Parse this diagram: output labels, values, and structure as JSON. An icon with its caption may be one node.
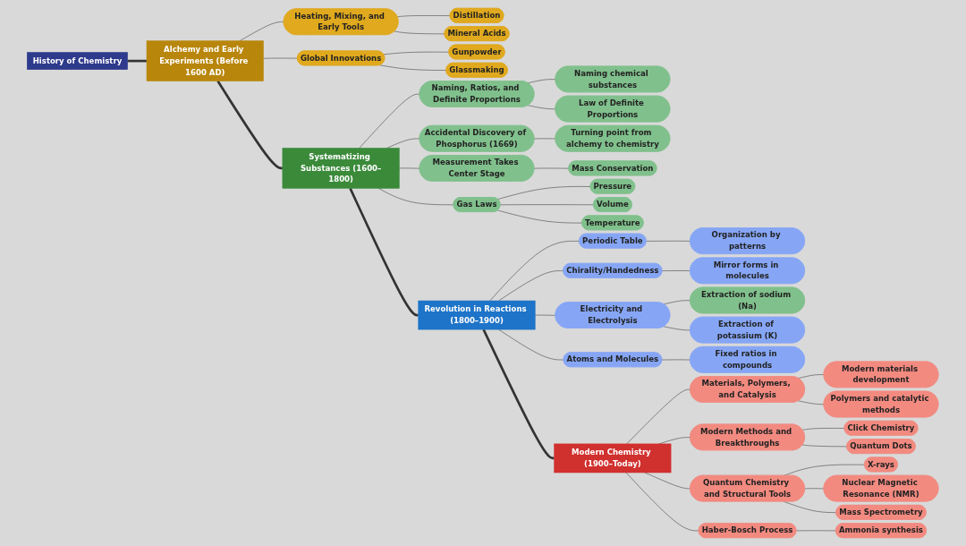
{
  "diagram": {
    "nodes": [
      {
        "text": [
          "Distillation"
        ]
      },
      {
        "text": [
          "Mineral Acids"
        ]
      },
      {
        "text": [
          "Gunpowder"
        ]
      },
      {
        "text": [
          "Glassmaking"
        ]
      },
      {
        "text": [
          "Heating, Mixing, and Early Tools"
        ]
      },
      {
        "text": [
          "Global Innovations"
        ]
      },
      {
        "text": [
          "History of Chemistry"
        ]
      },
      {
        "text": [
          "Alchemy and Early Experiments (Before 1600 AD)"
        ]
      },
      {
        "text": [
          "Organization by patterns"
        ]
      },
      {
        "text": [
          "Mirror forms in molecules"
        ]
      },
      {
        "text": [
          "Naming chemical substances"
        ]
      },
      {
        "text": [
          "Law of Definite Proportions"
        ]
      },
      {
        "text": [
          "Turning point from alchemy to chemistry"
        ]
      },
      {
        "text": [
          "Periodic Table"
        ]
      },
      {
        "text": [
          "Chirality/Handedness"
        ]
      },
      {
        "text": [
          "Naming, Ratios, and Definite Proportions"
        ]
      },
      {
        "text": [
          "Accidental Discovery of Phosphorus (1669)"
        ]
      },
      {
        "text": [
          "Revolution in Reactions (1800–1900)"
        ]
      },
      {
        "text": [
          "Systematizing Substances (1600–1800)"
        ]
      },
      {
        "text": [
          "Electricity and Electrolysis"
        ]
      },
      {
        "text": [
          "Atoms and Molecules"
        ]
      },
      {
        "text": [
          "Measurement Takes Center Stage"
        ]
      },
      {
        "text": [
          "Gas Laws"
        ]
      },
      {
        "text": [
          "Extraction of sodium (Na)"
        ]
      },
      {
        "text": [
          "Extraction of potassium (K)"
        ]
      },
      {
        "text": [
          "Fixed ratios in compounds"
        ]
      },
      {
        "text": [
          "Mass Conservation"
        ]
      },
      {
        "text": [
          "Pressure"
        ]
      },
      {
        "text": [
          "Volume"
        ]
      },
      {
        "text": [
          "Temperature"
        ]
      },
      {
        "text": [
          "Modern materials development"
        ]
      },
      {
        "text": [
          "Polymers and catalytic methods"
        ]
      },
      {
        "text": [
          "Click Chemistry"
        ]
      },
      {
        "text": [
          "Quantum Dots"
        ]
      },
      {
        "text": [
          "Materials, Polymers, and Catalysis"
        ]
      },
      {
        "text": [
          "Modern Methods and Breakthroughs"
        ]
      },
      {
        "text": [
          "Modern Chemistry (1900–Today)"
        ]
      },
      {
        "text": [
          "Quantum Chemistry and Structural Tools"
        ]
      },
      {
        "text": [
          "Haber-Bosch Process"
        ]
      },
      {
        "text": [
          "X-rays"
        ]
      },
      {
        "text": [
          "Nuclear Magnetic Resonance (NMR)"
        ]
      },
      {
        "text": [
          "Mass Spectrometry"
        ]
      },
      {
        "text": [
          "Ammonia synthesis"
        ]
      }
    ],
    "edges": [
      {
        "from": 6,
        "to": 7,
        "arrow": "none",
        "style": "thick"
      },
      {
        "from": 7,
        "to": 4,
        "arrow": "none"
      },
      {
        "from": 7,
        "to": 5,
        "arrow": "none"
      },
      {
        "from": 4,
        "to": 0,
        "arrow": "none"
      },
      {
        "from": 4,
        "to": 1,
        "arrow": "none"
      },
      {
        "from": 5,
        "to": 2,
        "arrow": "none"
      },
      {
        "from": 5,
        "to": 3,
        "arrow": "none"
      },
      {
        "from": 7,
        "to": 18,
        "arrow": "none",
        "style": "thick"
      },
      {
        "from": 18,
        "to": 15,
        "arrow": "none"
      },
      {
        "from": 18,
        "to": 16,
        "arrow": "none"
      },
      {
        "from": 15,
        "to": 10,
        "arrow": "none"
      },
      {
        "from": 15,
        "to": 11,
        "arrow": "none"
      },
      {
        "from": 16,
        "to": 12,
        "arrow": "none"
      },
      {
        "from": 18,
        "to": 21,
        "arrow": "none"
      },
      {
        "from": 18,
        "to": 22,
        "arrow": "none"
      },
      {
        "from": 21,
        "to": 26,
        "arrow": "none"
      },
      {
        "from": 22,
        "to": 27,
        "arrow": "none"
      },
      {
        "from": 22,
        "to": 28,
        "arrow": "none"
      },
      {
        "from": 22,
        "to": 29,
        "arrow": "none"
      },
      {
        "from": 18,
        "to": 17,
        "arrow": "none",
        "style": "thick"
      },
      {
        "from": 17,
        "to": 13,
        "arrow": "none"
      },
      {
        "from": 17,
        "to": 14,
        "arrow": "none"
      },
      {
        "from": 13,
        "to": 8,
        "arrow": "none"
      },
      {
        "from": 14,
        "to": 9,
        "arrow": "none"
      },
      {
        "from": 17,
        "to": 19,
        "arrow": "none"
      },
      {
        "from": 17,
        "to": 20,
        "arrow": "none"
      },
      {
        "from": 19,
        "to": 23,
        "arrow": "none"
      },
      {
        "from": 19,
        "to": 24,
        "arrow": "none"
      },
      {
        "from": 20,
        "to": 25,
        "arrow": "none"
      },
      {
        "from": 17,
        "to": 36,
        "arrow": "none",
        "style": "thick"
      },
      {
        "from": 36,
        "to": 34,
        "arrow": "none"
      },
      {
        "from": 36,
        "to": 35,
        "arrow": "none"
      },
      {
        "from": 34,
        "to": 30,
        "arrow": "none"
      },
      {
        "from": 34,
        "to": 31,
        "arrow": "none"
      },
      {
        "from": 35,
        "to": 32,
        "arrow": "none"
      },
      {
        "from": 35,
        "to": 33,
        "arrow": "none"
      },
      {
        "from": 36,
        "to": 37,
        "arrow": "none"
      },
      {
        "from": 36,
        "to": 38,
        "arrow": "none"
      },
      {
        "from": 37,
        "to": 39,
        "arrow": "none"
      },
      {
        "from": 37,
        "to": 40,
        "arrow": "none"
      },
      {
        "from": 37,
        "to": 41,
        "arrow": "none"
      },
      {
        "from": 38,
        "to": 42,
        "arrow": "none"
      }
    ]
  }
}
